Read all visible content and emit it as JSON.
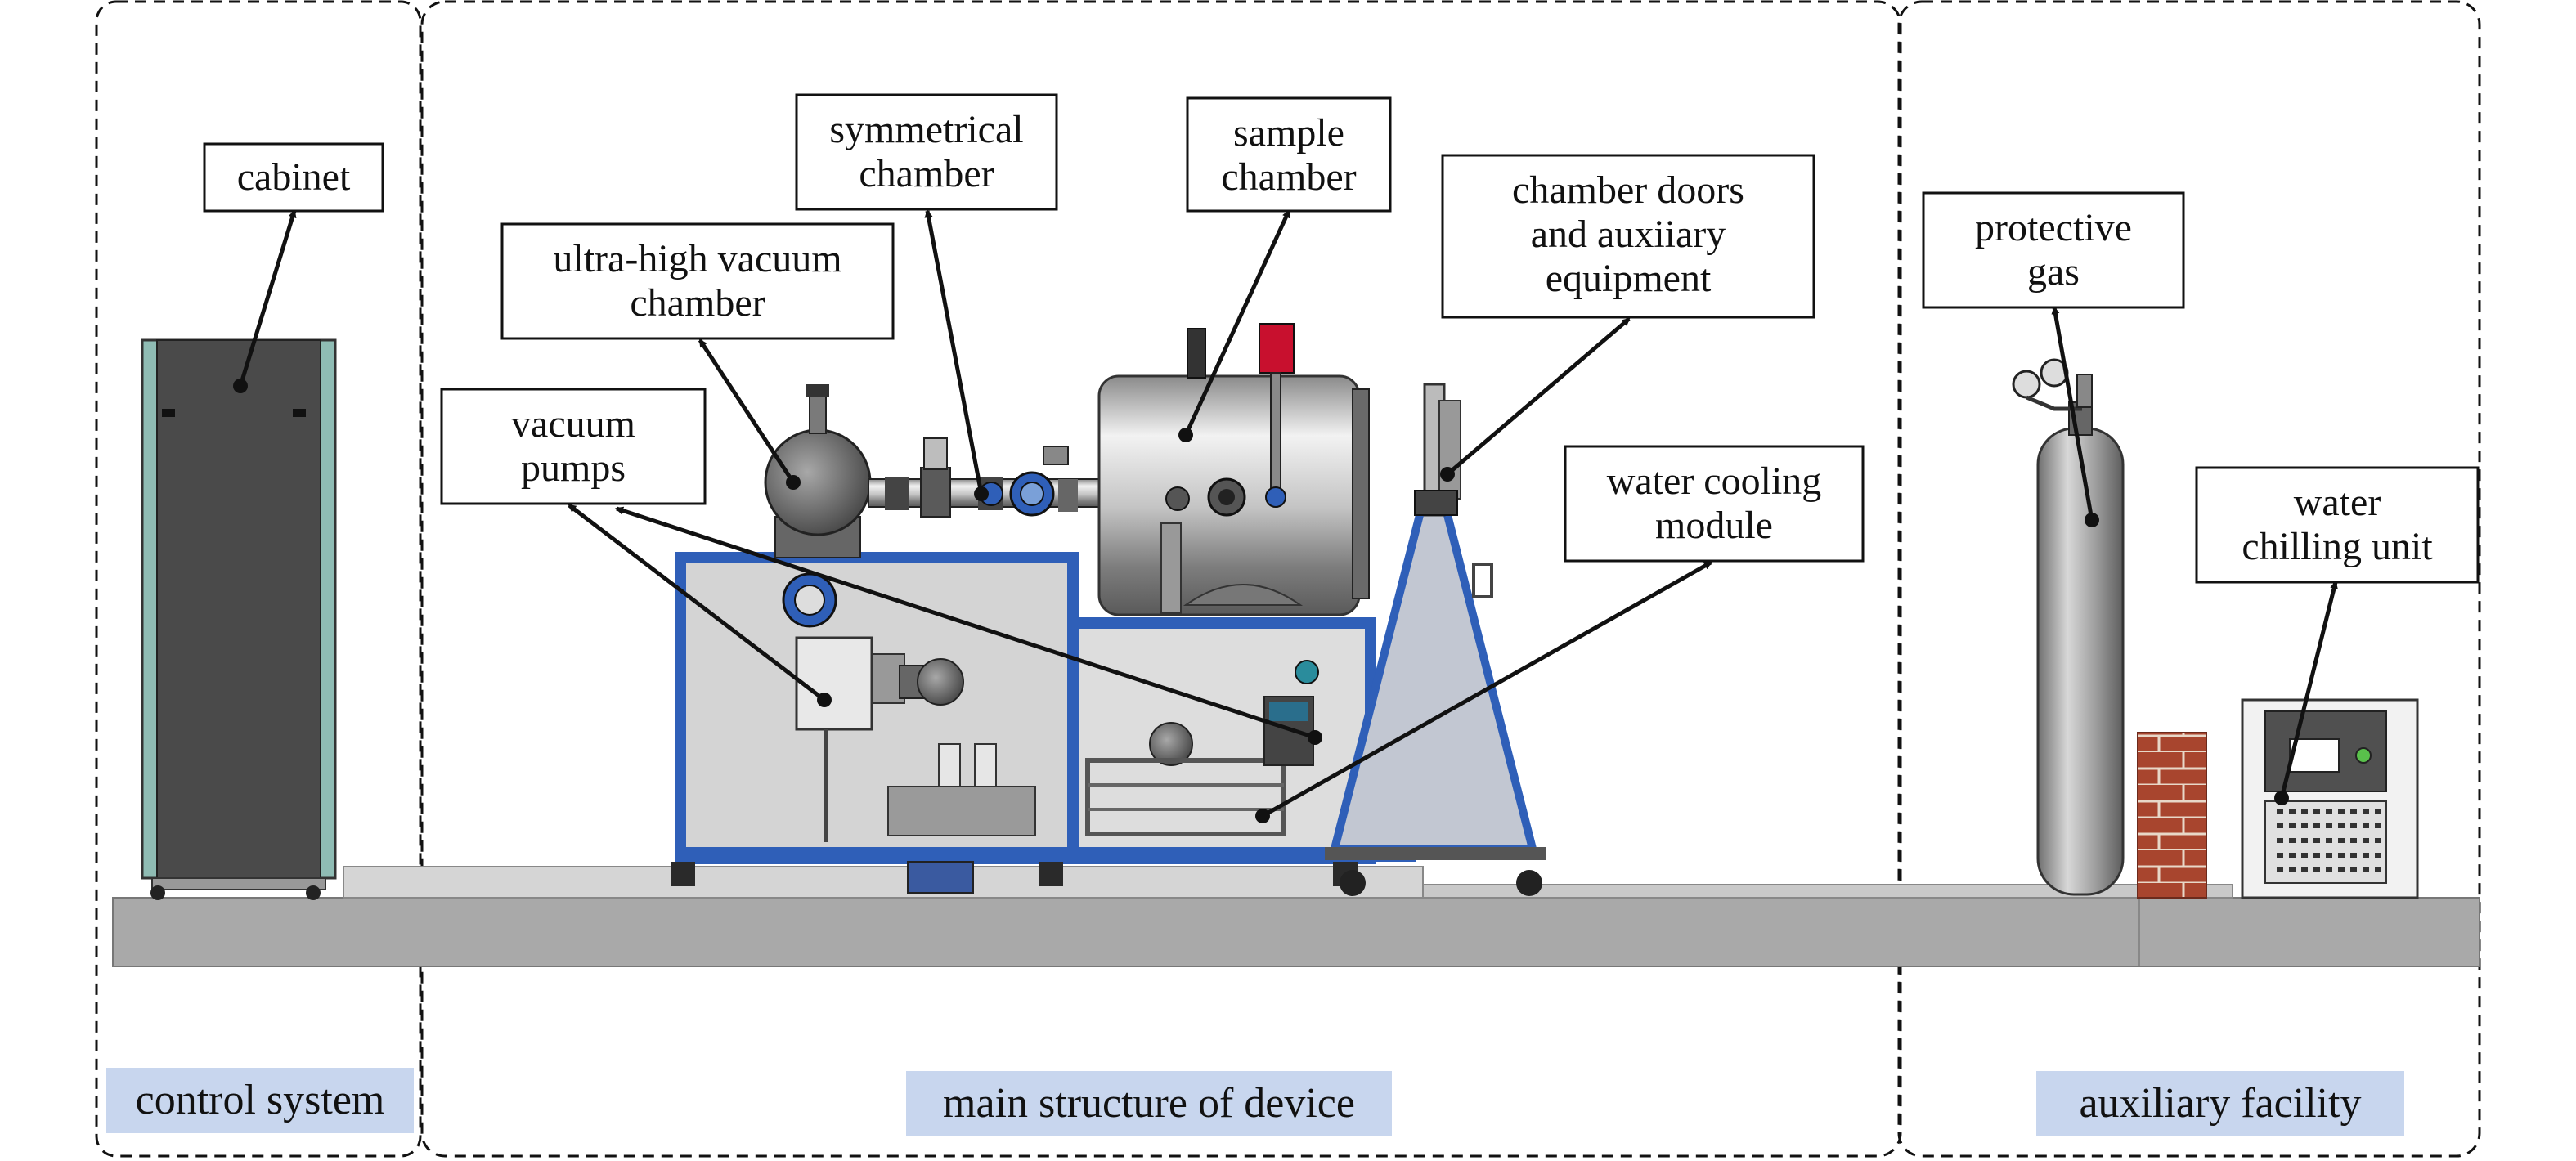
{
  "sections": {
    "control": "control system",
    "main": "main structure of device",
    "auxiliary": "auxiliary facility"
  },
  "labels": {
    "cabinet": [
      "cabinet"
    ],
    "uhv": [
      "ultra-high vacuum",
      "chamber"
    ],
    "symmetrical": [
      "symmetrical",
      "chamber"
    ],
    "sample": [
      "sample",
      "chamber"
    ],
    "doors": [
      "chamber doors",
      "and auxiiary",
      "equipment"
    ],
    "pumps": [
      "vacuum",
      "pumps"
    ],
    "cooling": [
      "water cooling",
      "module"
    ],
    "gas": [
      "protective",
      "gas"
    ],
    "chiller": [
      "water",
      "chilling unit"
    ]
  },
  "colors": {
    "frame_blue": "#2f5fb8",
    "section_label_bg": "#c8d6ee",
    "floor": "#a9a9a9",
    "cabinet_body": "#4a4a4a",
    "cabinet_trim": "#8fbcb4",
    "sample_valve_red": "#c8102e",
    "brick": "#a8452e"
  }
}
